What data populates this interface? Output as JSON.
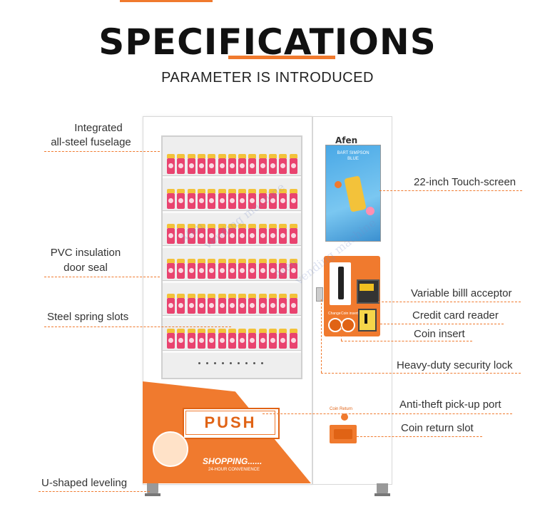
{
  "header": {
    "title": "SPECIFICATIONS",
    "subtitle": "PARAMETER IS INTRODUCED"
  },
  "labels": {
    "fuselage_line1": "Integrated",
    "fuselage_line2": "all-steel fuselage",
    "pvc_line1": "PVC insulation",
    "pvc_line2": "door seal",
    "spring": "Steel spring slots",
    "u_leveling": "U-shaped leveling",
    "touchscreen": "22-inch Touch-screen",
    "bill": "Variable billl acceptor",
    "card": "Credit card reader",
    "coin": "Coin insert",
    "lock": "Heavy-duty security lock",
    "pickup": "Anti-theft pick-up port",
    "coin_return": "Coin return slot"
  },
  "machine": {
    "brand": "Afen",
    "screen_line1": "BART SIMPSON",
    "screen_line2": "BLUE",
    "change_label": "Change",
    "coin_insert_label": "Coin insert",
    "push": "PUSH",
    "shopping": "SHOPPING......",
    "convenience": "24-HOUR CONVENIENCE",
    "coin_return_label": "Coin Return"
  },
  "watermark": {
    "brand": "Afen",
    "text": "vending machine"
  },
  "colors": {
    "accent": "#f07a2e",
    "product": "#e9436f"
  }
}
